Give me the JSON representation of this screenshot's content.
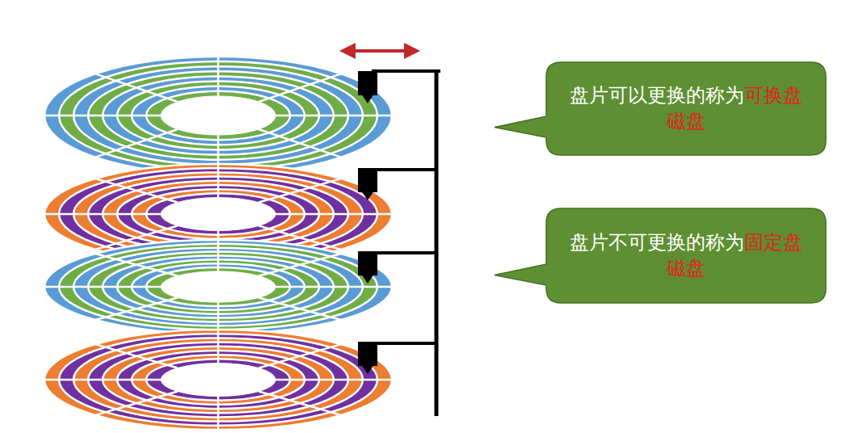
{
  "diagram": {
    "nodes": [
      {
        "text": [
          "盘片可以更换的称为",
          "可换盘磁盘"
        ]
      },
      {
        "text": [
          "盘片不可更换的称为",
          "固定盘磁盘"
        ]
      }
    ]
  }
}
